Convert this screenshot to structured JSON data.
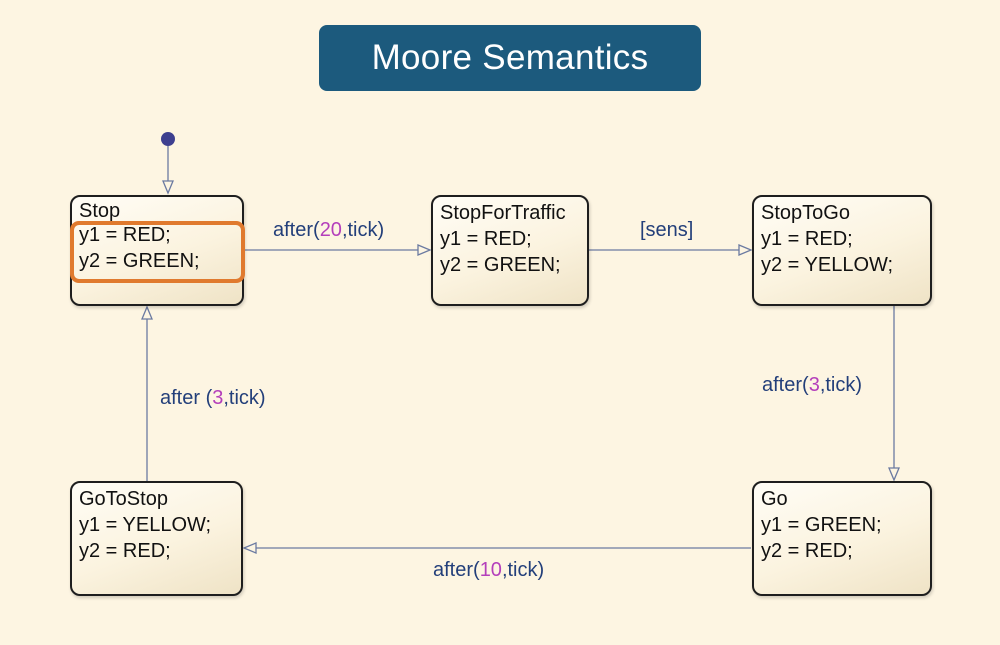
{
  "title": "Moore Semantics",
  "states": {
    "stop": {
      "name": "Stop",
      "y1": "y1 = RED;",
      "y2": "y2 = GREEN;"
    },
    "stop_for_traffic": {
      "name": "StopForTraffic",
      "y1": "y1 = RED;",
      "y2": "y2 = GREEN;"
    },
    "stop_to_go": {
      "name": "StopToGo",
      "y1": "y1 = RED;",
      "y2": "y2 = YELLOW;"
    },
    "go": {
      "name": "Go",
      "y1": "y1 = GREEN;",
      "y2": "y2 = RED;"
    },
    "go_to_stop": {
      "name": "GoToStop",
      "y1": "y1 = YELLOW;",
      "y2": "y2 = RED;"
    }
  },
  "transitions": {
    "stop_to_stopfortraffic": {
      "pre": "after(",
      "num": "20",
      "post": ",tick)"
    },
    "stopfortraffic_to_stoptogo": {
      "text": "[sens]"
    },
    "stoptogo_to_go": {
      "pre": "after(",
      "num": "3",
      "post": ",tick)"
    },
    "go_to_gotostop": {
      "pre": "after(",
      "num": "10",
      "post": ",tick)"
    },
    "gotostop_to_stop": {
      "pre": "after (",
      "num": "3",
      "post": ",tick)"
    }
  },
  "colors": {
    "background": "#fdf5e2",
    "title_banner": "#1c5a7d",
    "highlight": "#e07a2e",
    "transition_text": "#233f7a",
    "transition_number": "#b43fbb",
    "edge": "#6b7aa1"
  }
}
